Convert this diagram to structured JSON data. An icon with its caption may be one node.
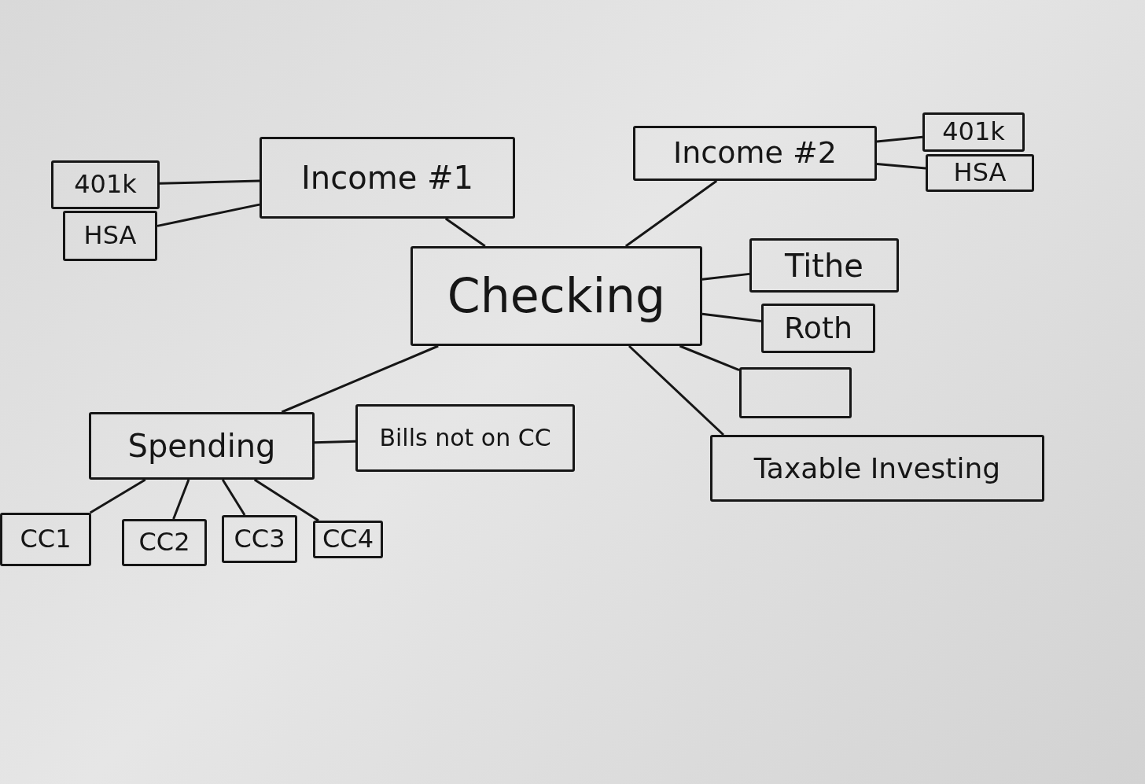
{
  "diagram": {
    "nodes": [
      {
        "text": [
          "Income #1"
        ]
      },
      {
        "text": [
          "401k"
        ]
      },
      {
        "text": [
          "HSA"
        ]
      },
      {
        "text": [
          "Income #2"
        ]
      },
      {
        "text": [
          "401k"
        ]
      },
      {
        "text": [
          "HSA"
        ]
      },
      {
        "text": [
          "Checking"
        ]
      },
      {
        "text": [
          "Tithe"
        ]
      },
      {
        "text": [
          "Roth"
        ]
      },
      {
        "text": [],
        "shape": "box"
      },
      {
        "text": [
          "Spending"
        ]
      },
      {
        "text": [
          "Bills not on CC"
        ]
      },
      {
        "text": [
          "Taxable Investing"
        ]
      },
      {
        "text": [
          "CC1"
        ]
      },
      {
        "text": [
          "CC2"
        ]
      },
      {
        "text": [
          "CC3"
        ]
      },
      {
        "text": [
          "CC4"
        ]
      }
    ],
    "edges": [
      {
        "from": 0,
        "to": 1,
        "arrow": "none"
      },
      {
        "from": 0,
        "to": 2,
        "arrow": "none"
      },
      {
        "from": 0,
        "to": 6,
        "arrow": "none"
      },
      {
        "from": 3,
        "to": 4,
        "arrow": "none"
      },
      {
        "from": 3,
        "to": 5,
        "arrow": "none"
      },
      {
        "from": 3,
        "to": 6,
        "arrow": "none"
      },
      {
        "from": 6,
        "to": 7,
        "arrow": "none"
      },
      {
        "from": 6,
        "to": 8,
        "arrow": "none"
      },
      {
        "from": 6,
        "to": 9,
        "arrow": "none"
      },
      {
        "from": 6,
        "to": 12,
        "arrow": "none"
      },
      {
        "from": 6,
        "to": 10,
        "arrow": "none"
      },
      {
        "from": 10,
        "to": 11,
        "arrow": "none"
      },
      {
        "from": 10,
        "to": 13,
        "arrow": "none"
      },
      {
        "from": 10,
        "to": 14,
        "arrow": "none"
      },
      {
        "from": 10,
        "to": 15,
        "arrow": "none"
      },
      {
        "from": 10,
        "to": 16,
        "arrow": "none"
      }
    ]
  }
}
